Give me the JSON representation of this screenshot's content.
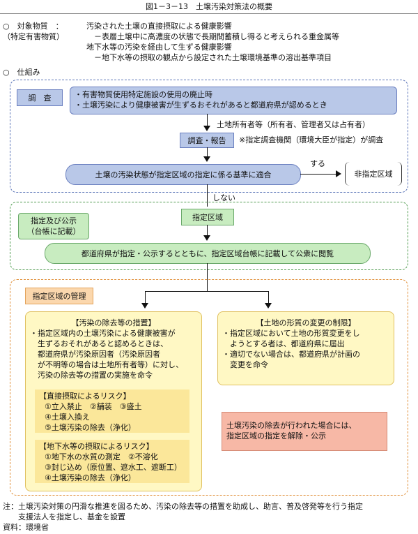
{
  "title": "図1－3－13　土壌汚染対策法の概要",
  "object": {
    "label": "○　対象物質　：",
    "label_sub": "（特定有害物質）",
    "lines": [
      "汚染された土壌の直接摂取による健康影響",
      "　－表層土壌中に高濃度の状態で長期間蓄積し得ると考えられる重金属等",
      "地下水等の汚染を経由して生ずる健康影響",
      "　－地下水等の摂取の観点から設定された土壌環境基準の溶出基準項目"
    ]
  },
  "mechanism_label": "○　仕組み",
  "survey": {
    "label": "調　査",
    "triggers": [
      "・有害物質使用特定施設の使用の廃止時",
      "・土壌汚染により健康被害が生ずるおそれがあると都道府県が認めるとき"
    ],
    "owner_note": "土地所有者等（所有者、管理者又は占有者）",
    "report": "調査・報告",
    "agency_note": "※指定調査機関（環境大臣が指定）が調査",
    "criteria": "土壌の汚染状態が指定区域の指定に係る基準に適合",
    "yes": "する",
    "non_designated": "非指定区域",
    "no": "しない"
  },
  "designation": {
    "label_lines": [
      "指定及び公示",
      "（台帳に記載）"
    ],
    "area": "指定区域",
    "announce": "都道府県が指定・公示するとともに、指定区域台帳に記載して公衆に閲覧"
  },
  "management": {
    "label": "指定区域の管理",
    "removal": {
      "title": "【汚染の除去等の措置】",
      "lines": [
        "・指定区域内の土壌汚染による健康被害が",
        "　生ずるおそれがあると認めるときは、",
        "　都道府県が汚染原因者（汚染原因者",
        "　が不明等の場合は土地所有者等）に対し、",
        "　汚染の除去等の措置の実施を命令"
      ],
      "direct": {
        "title": "【直接摂取によるリスク】",
        "lines": [
          "①立入禁止　②舗装　③盛土",
          "④土壌入換え",
          "⑤土壌汚染の除去（浄化）"
        ]
      },
      "groundwater": {
        "title": "【地下水等の摂取によるリスク】",
        "lines": [
          "①地下水の水質の測定　②不溶化",
          "③封じ込め（原位置、遮水工、遮断工）",
          "④土壌汚染の除去（浄化）"
        ]
      }
    },
    "change": {
      "title": "【土地の形質の変更の制限】",
      "lines": [
        "・指定区域において土地の形質変更をし",
        "　ようとする者は、都道府県に届出",
        "・適切でない場合は、都道府県が計画の",
        "　変更を命令"
      ]
    },
    "release": [
      "土壌汚染の除去が行われた場合には、",
      "指定区域の指定を解除・公示"
    ]
  },
  "notes": [
    "注：土壌汚染対策の円滑な推進を図るため、汚染の除去等の措置を助成し、助言、普及啓発等を行う指定",
    "　　支援法人を指定し、基金を設置",
    "資料：環境省"
  ]
}
